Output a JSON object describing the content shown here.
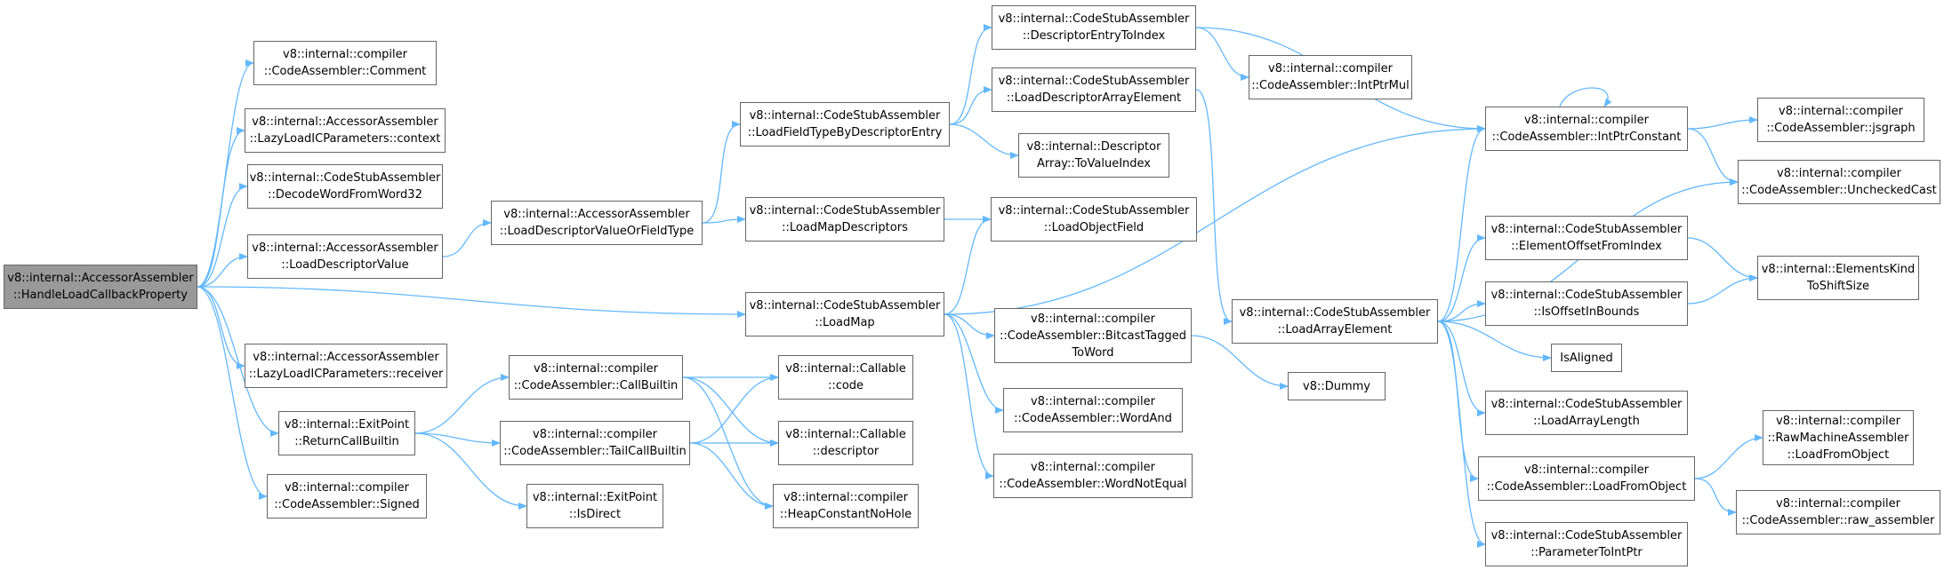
{
  "graph": {
    "edge_color": "#63b8ff",
    "node_border_color": "#666666",
    "root_fill_color": "#999999",
    "nodes": [
      {
        "id": "root",
        "lines": [
          "v8::internal::AccessorAssembler",
          "::HandleLoadCallbackProperty"
        ],
        "root": true
      },
      {
        "id": "comment",
        "lines": [
          "v8::internal::compiler",
          "::CodeAssembler::Comment"
        ]
      },
      {
        "id": "lazy_context",
        "lines": [
          "v8::internal::AccessorAssembler",
          "::LazyLoadICParameters::context"
        ]
      },
      {
        "id": "decode_word",
        "lines": [
          "v8::internal::CodeStubAssembler",
          "::DecodeWordFromWord32"
        ]
      },
      {
        "id": "load_desc_value",
        "lines": [
          "v8::internal::AccessorAssembler",
          "::LoadDescriptorValue"
        ]
      },
      {
        "id": "lazy_receiver",
        "lines": [
          "v8::internal::AccessorAssembler",
          "::LazyLoadICParameters::receiver"
        ]
      },
      {
        "id": "return_call_builtin",
        "lines": [
          "v8::internal::ExitPoint",
          "::ReturnCallBuiltin"
        ]
      },
      {
        "id": "signed",
        "lines": [
          "v8::internal::compiler",
          "::CodeAssembler::Signed"
        ]
      },
      {
        "id": "load_desc_value_or_ft",
        "lines": [
          "v8::internal::AccessorAssembler",
          "::LoadDescriptorValueOrFieldType"
        ]
      },
      {
        "id": "call_builtin",
        "lines": [
          "v8::internal::compiler",
          "::CodeAssembler::CallBuiltin"
        ]
      },
      {
        "id": "tail_call_builtin",
        "lines": [
          "v8::internal::compiler",
          "::CodeAssembler::TailCallBuiltin"
        ]
      },
      {
        "id": "is_direct",
        "lines": [
          "v8::internal::ExitPoint",
          "::IsDirect"
        ]
      },
      {
        "id": "load_ft_by_desc",
        "lines": [
          "v8::internal::CodeStubAssembler",
          "::LoadFieldTypeByDescriptorEntry"
        ]
      },
      {
        "id": "load_map_descriptors",
        "lines": [
          "v8::internal::CodeStubAssembler",
          "::LoadMapDescriptors"
        ]
      },
      {
        "id": "load_map",
        "lines": [
          "v8::internal::CodeStubAssembler",
          "::LoadMap"
        ]
      },
      {
        "id": "callable_code",
        "lines": [
          "v8::internal::Callable",
          "::code"
        ]
      },
      {
        "id": "callable_descriptor",
        "lines": [
          "v8::internal::Callable",
          "::descriptor"
        ]
      },
      {
        "id": "heap_constant",
        "lines": [
          "v8::internal::compiler",
          "::HeapConstantNoHole"
        ]
      },
      {
        "id": "desc_entry_to_index",
        "lines": [
          "v8::internal::CodeStubAssembler",
          "::DescriptorEntryToIndex"
        ]
      },
      {
        "id": "load_desc_array_elem",
        "lines": [
          "v8::internal::CodeStubAssembler",
          "::LoadDescriptorArrayElement"
        ]
      },
      {
        "id": "to_value_index",
        "lines": [
          "v8::internal::Descriptor",
          "Array::ToValueIndex"
        ]
      },
      {
        "id": "load_object_field",
        "lines": [
          "v8::internal::CodeStubAssembler",
          "::LoadObjectField"
        ]
      },
      {
        "id": "bitcast",
        "lines": [
          "v8::internal::compiler",
          "::CodeAssembler::BitcastTagged",
          "ToWord"
        ]
      },
      {
        "id": "word_and",
        "lines": [
          "v8::internal::compiler",
          "::CodeAssembler::WordAnd"
        ]
      },
      {
        "id": "word_not_equal",
        "lines": [
          "v8::internal::compiler",
          "::CodeAssembler::WordNotEqual"
        ]
      },
      {
        "id": "intptr_mul",
        "lines": [
          "v8::internal::compiler",
          "::CodeAssembler::IntPtrMul"
        ]
      },
      {
        "id": "load_array_element",
        "lines": [
          "v8::internal::CodeStubAssembler",
          "::LoadArrayElement"
        ]
      },
      {
        "id": "dummy",
        "lines": [
          "v8::Dummy"
        ]
      },
      {
        "id": "intptr_constant",
        "lines": [
          "v8::internal::compiler",
          "::CodeAssembler::IntPtrConstant"
        ]
      },
      {
        "id": "elem_offset",
        "lines": [
          "v8::internal::CodeStubAssembler",
          "::ElementOffsetFromIndex"
        ]
      },
      {
        "id": "is_offset_in_bounds",
        "lines": [
          "v8::internal::CodeStubAssembler",
          "::IsOffsetInBounds"
        ]
      },
      {
        "id": "is_aligned",
        "lines": [
          "IsAligned"
        ]
      },
      {
        "id": "load_array_length",
        "lines": [
          "v8::internal::CodeStubAssembler",
          "::LoadArrayLength"
        ]
      },
      {
        "id": "load_from_object",
        "lines": [
          "v8::internal::compiler",
          "::CodeAssembler::LoadFromObject"
        ]
      },
      {
        "id": "param_to_intptr",
        "lines": [
          "v8::internal::CodeStubAssembler",
          "::ParameterToIntPtr"
        ]
      },
      {
        "id": "jsgraph",
        "lines": [
          "v8::internal::compiler",
          "::CodeAssembler::jsgraph"
        ]
      },
      {
        "id": "unchecked_cast",
        "lines": [
          "v8::internal::compiler",
          "::CodeAssembler::UncheckedCast"
        ]
      },
      {
        "id": "elements_kind_shift",
        "lines": [
          "v8::internal::ElementsKind",
          "ToShiftSize"
        ]
      },
      {
        "id": "raw_load_from_object",
        "lines": [
          "v8::internal::compiler",
          "::RawMachineAssembler",
          "::LoadFromObject"
        ]
      },
      {
        "id": "raw_assembler",
        "lines": [
          "v8::internal::compiler",
          "::CodeAssembler::raw_assembler"
        ]
      }
    ],
    "edges": [
      [
        "root",
        "comment"
      ],
      [
        "root",
        "lazy_context"
      ],
      [
        "root",
        "decode_word"
      ],
      [
        "root",
        "load_desc_value"
      ],
      [
        "root",
        "load_map"
      ],
      [
        "root",
        "lazy_receiver"
      ],
      [
        "root",
        "return_call_builtin"
      ],
      [
        "root",
        "signed"
      ],
      [
        "load_desc_value",
        "load_desc_value_or_ft"
      ],
      [
        "load_desc_value_or_ft",
        "load_ft_by_desc"
      ],
      [
        "load_desc_value_or_ft",
        "load_map_descriptors"
      ],
      [
        "load_ft_by_desc",
        "desc_entry_to_index"
      ],
      [
        "load_ft_by_desc",
        "load_desc_array_elem"
      ],
      [
        "load_ft_by_desc",
        "to_value_index"
      ],
      [
        "desc_entry_to_index",
        "intptr_mul"
      ],
      [
        "desc_entry_to_index",
        "intptr_constant"
      ],
      [
        "load_desc_array_elem",
        "load_array_element"
      ],
      [
        "load_map_descriptors",
        "load_object_field"
      ],
      [
        "load_map",
        "load_object_field"
      ],
      [
        "load_map",
        "bitcast"
      ],
      [
        "load_map",
        "word_and"
      ],
      [
        "load_map",
        "word_not_equal"
      ],
      [
        "load_map",
        "intptr_constant"
      ],
      [
        "bitcast",
        "dummy"
      ],
      [
        "return_call_builtin",
        "call_builtin"
      ],
      [
        "return_call_builtin",
        "tail_call_builtin"
      ],
      [
        "return_call_builtin",
        "is_direct"
      ],
      [
        "call_builtin",
        "callable_code"
      ],
      [
        "call_builtin",
        "callable_descriptor"
      ],
      [
        "call_builtin",
        "heap_constant"
      ],
      [
        "tail_call_builtin",
        "callable_code"
      ],
      [
        "tail_call_builtin",
        "callable_descriptor"
      ],
      [
        "tail_call_builtin",
        "heap_constant"
      ],
      [
        "load_array_element",
        "intptr_constant"
      ],
      [
        "load_array_element",
        "unchecked_cast"
      ],
      [
        "load_array_element",
        "elem_offset"
      ],
      [
        "load_array_element",
        "is_offset_in_bounds"
      ],
      [
        "load_array_element",
        "is_aligned"
      ],
      [
        "load_array_element",
        "load_array_length"
      ],
      [
        "load_array_element",
        "load_from_object"
      ],
      [
        "load_array_element",
        "param_to_intptr"
      ],
      [
        "intptr_constant",
        "intptr_constant"
      ],
      [
        "intptr_constant",
        "jsgraph"
      ],
      [
        "intptr_constant",
        "unchecked_cast"
      ],
      [
        "elem_offset",
        "elements_kind_shift"
      ],
      [
        "is_offset_in_bounds",
        "elements_kind_shift"
      ],
      [
        "load_from_object",
        "raw_load_from_object"
      ],
      [
        "load_from_object",
        "raw_assembler"
      ]
    ]
  }
}
